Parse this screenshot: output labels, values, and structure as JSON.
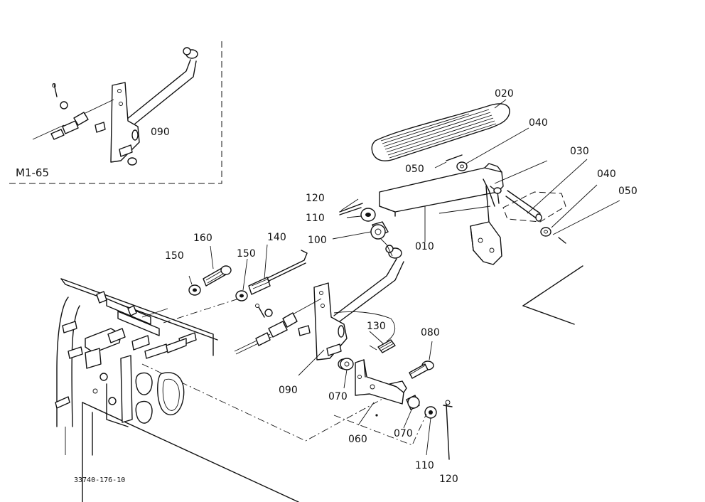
{
  "inset": {
    "label": "M1-65",
    "part": "090"
  },
  "drawing_number": "33740-176-10",
  "callouts": {
    "p020": "020",
    "p040a": "040",
    "p030": "030",
    "p040b": "040",
    "p050a": "050",
    "p050b": "050",
    "p120a": "120",
    "p110a": "110",
    "p100": "100",
    "p010": "010",
    "p160": "160",
    "p150a": "150",
    "p150b": "150",
    "p140": "140",
    "p130": "130",
    "p080": "080",
    "p090": "090",
    "p070a": "070",
    "p070b": "070",
    "p060": "060",
    "p110b": "110",
    "p120b": "120"
  }
}
